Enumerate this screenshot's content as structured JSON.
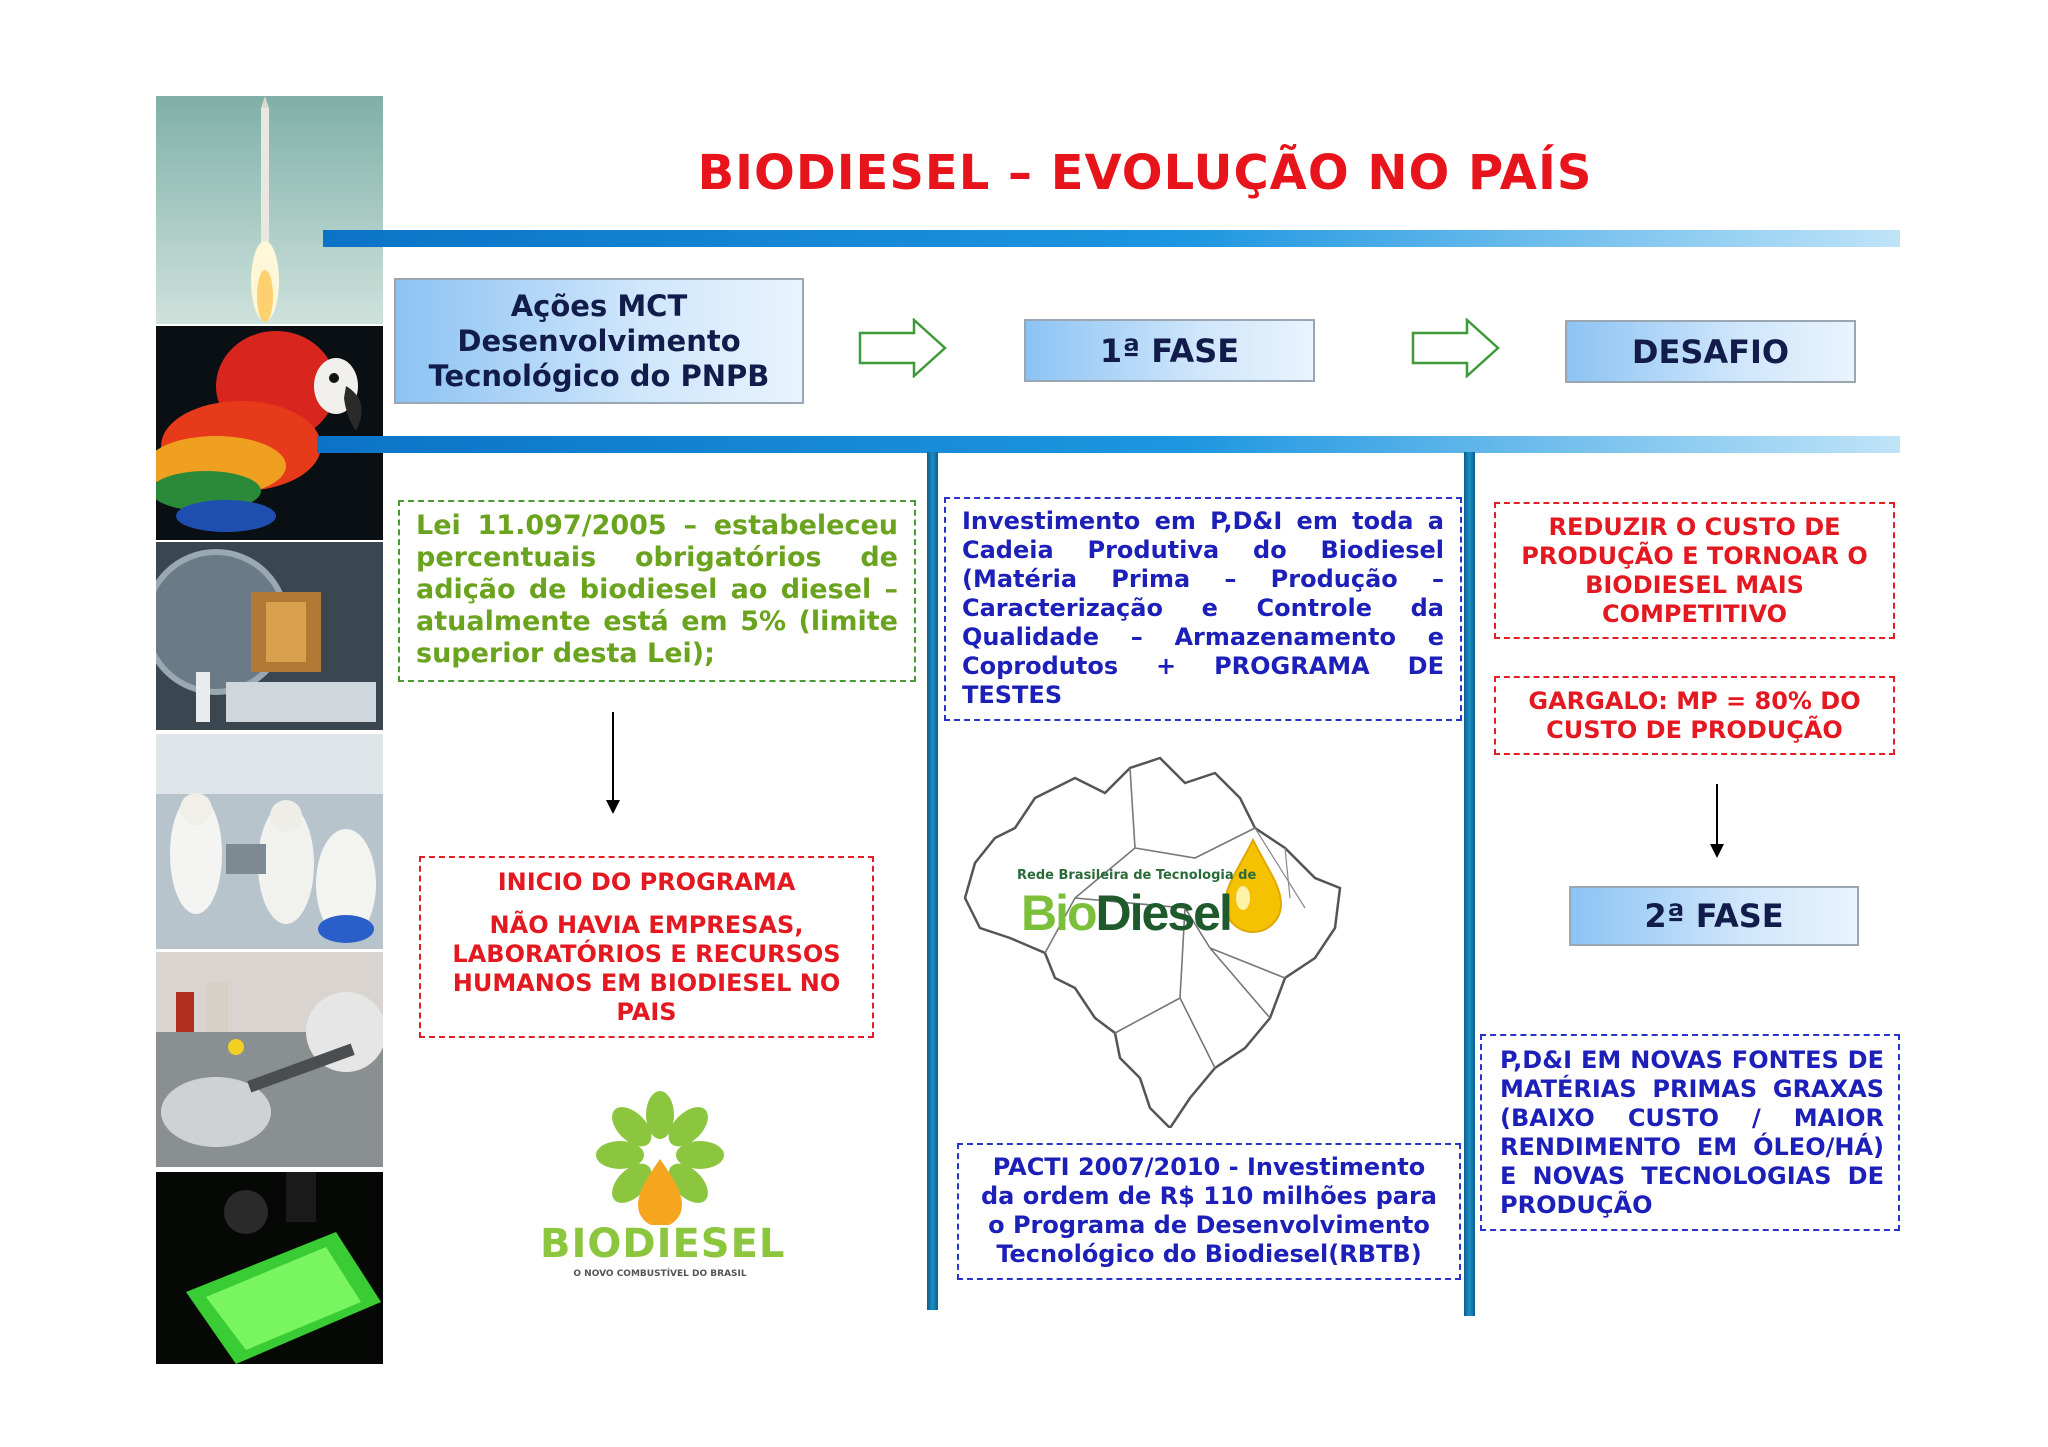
{
  "title": "BIODIESEL – EVOLUÇÃO NO PAÍS",
  "header": {
    "box1": "Ações MCT Desenvolvimento Tecnológico do PNPB",
    "box2": "1ª FASE",
    "box3": "DESAFIO"
  },
  "col1": {
    "law": "Lei 11.097/2005 – estabeleceu percentuais obrigatórios de adição de biodiesel ao diesel – atualmente está em 5% (limite superior desta Lei);",
    "program_title": "INICIO DO PROGRAMA",
    "program_text": "NÃO HAVIA EMPRESAS, LABORATÓRIOS E RECURSOS HUMANOS EM BIODIESEL NO PAIS",
    "logo_text": "BIODIESEL",
    "logo_sub": "O NOVO COMBUSTÍVEL DO BRASIL"
  },
  "col2": {
    "investment": "Investimento em P,D&I em toda a Cadeia Produtiva do Biodiesel (Matéria Prima – Produção – Caracterização e Controle da Qualidade – Armazenamento e Coprodutos + PROGRAMA DE TESTES",
    "map_caption": "Rede Brasileira de Tecnologia de",
    "map_logo_bio": "Bio",
    "map_logo_diesel": "Diesel",
    "pacti": "PACTI 2007/2010 - Investimento da ordem de R$ 110 milhões para o Programa de Desenvolvimento Tecnológico do Biodiesel(RBTB)"
  },
  "col3": {
    "reduce": "REDUZIR O CUSTO DE PRODUÇÃO E TORNOAR O BIODIESEL MAIS COMPETITIVO",
    "bottleneck": "GARGALO: MP = 80% DO CUSTO DE PRODUÇÃO",
    "phase2": "2ª FASE",
    "new_sources": "P,D&I EM NOVAS FONTES DE MATÉRIAS PRIMAS GRAXAS (BAIXO CUSTO / MAIOR RENDIMENTO EM ÓLEO/HÁ) E NOVAS TECNOLOGIAS DE PRODUÇÃO"
  },
  "colors": {
    "title_red": "#e8141c",
    "green_text": "#6aa31e",
    "blue_text": "#1c1fb8",
    "red_text": "#e31820",
    "bar_blue": "#0b73c7"
  }
}
